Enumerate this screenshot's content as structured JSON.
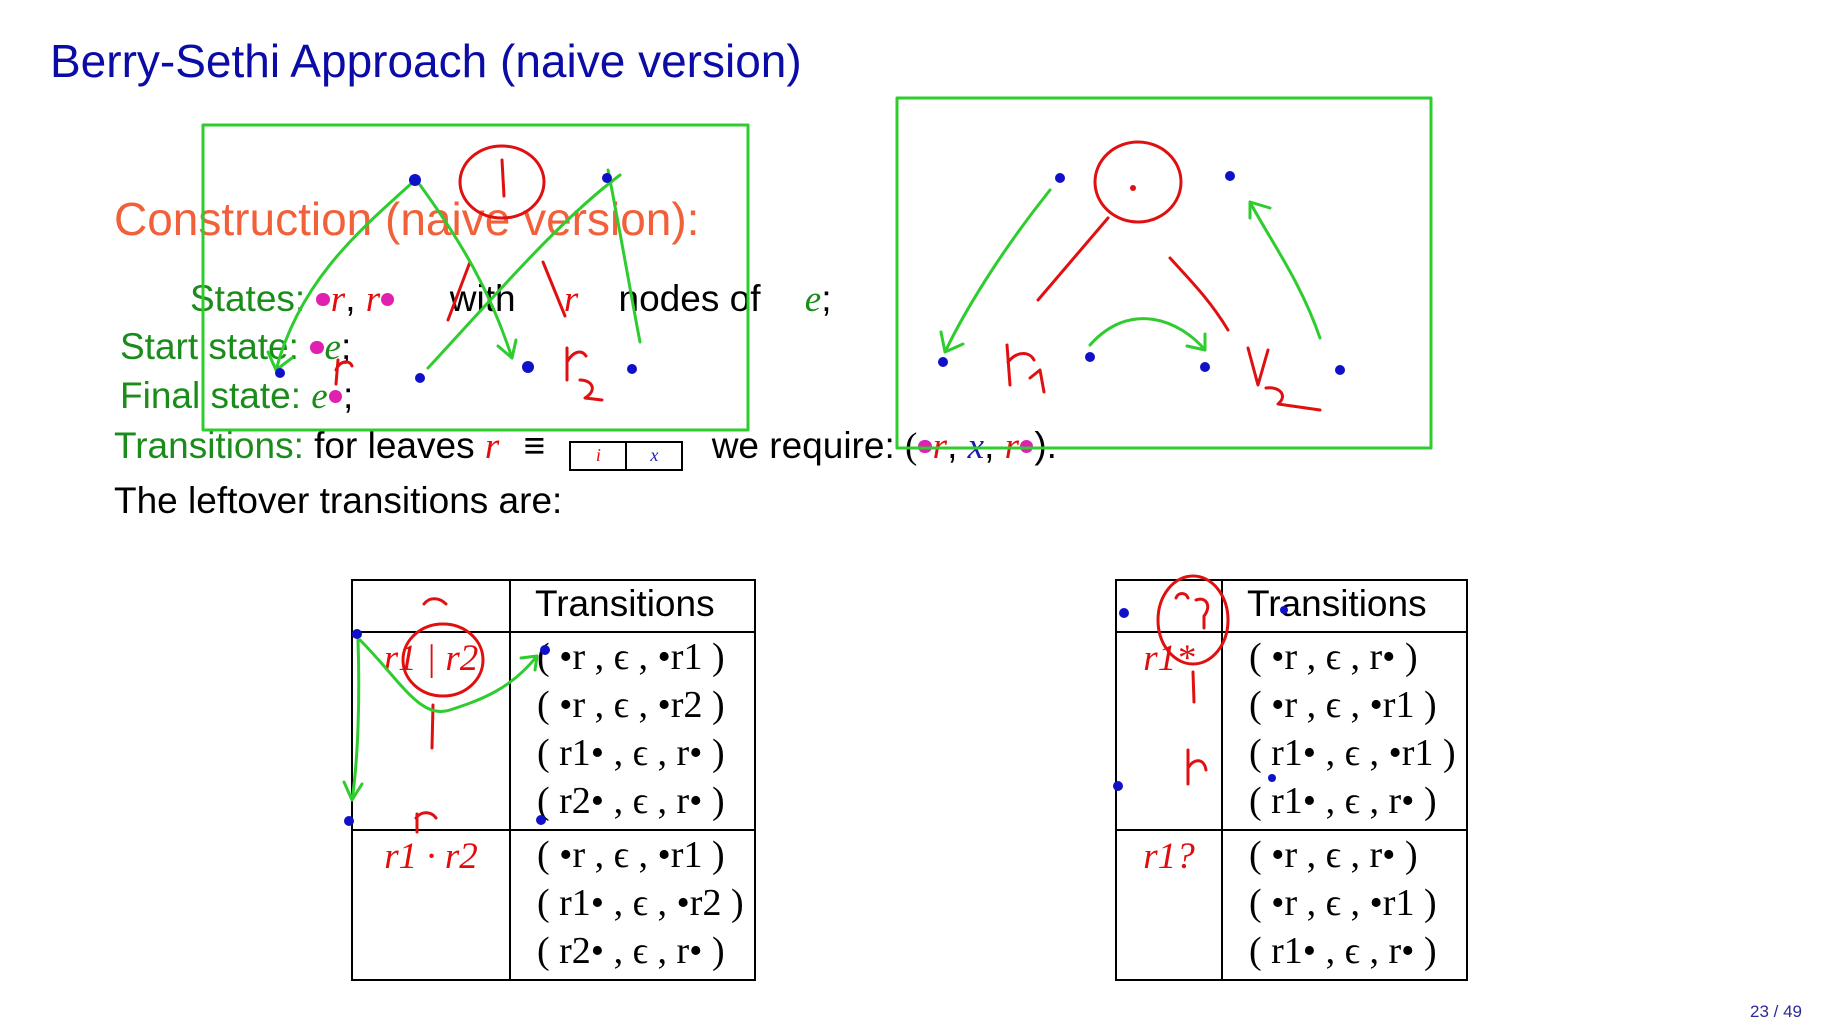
{
  "title": "Berry-Sethi Approach (naive version)",
  "heading": "Construction (naive version):",
  "states": {
    "label": "States:",
    "dots": "r, r",
    "with": "with",
    "r": "r",
    "nodes_of": "nodes of",
    "e": "e",
    "semi": ";"
  },
  "start": {
    "label": "Start state:",
    "e": "e",
    "semi": ";"
  },
  "final": {
    "label": "Final state:",
    "e": "e",
    "semi": ";"
  },
  "transitions_line": {
    "label": "Transitions:",
    "for_leaves": "for leaves",
    "r": "r",
    "equiv": "≡",
    "leaf_i": "i",
    "leaf_x": "x",
    "we_require": "we require:",
    "tuple_r1": "r",
    "tuple_x": "x",
    "tuple_r2": "r",
    "end": ")."
  },
  "leftover": "The leftover transitions are:",
  "table_left": {
    "header": "Transitions",
    "rows": [
      {
        "expr": "r1 | r2",
        "trans": [
          "( •r , ϵ , •r1 )",
          "( •r , ϵ , •r2 )",
          "( r1• , ϵ , r• )",
          "( r2• , ϵ , r• )"
        ]
      },
      {
        "expr": "r1 · r2",
        "trans": [
          "( •r , ϵ , •r1 )",
          "( r1• , ϵ , •r2 )",
          "( r2• , ϵ , r• )"
        ]
      }
    ]
  },
  "table_right": {
    "header": "Transitions",
    "rows": [
      {
        "expr": "r1*",
        "trans": [
          "( •r , ϵ , r• )",
          "( •r , ϵ , •r1 )",
          "( r1• , ϵ , •r1 )",
          "( r1• , ϵ , r• )"
        ]
      },
      {
        "expr": "r1?",
        "trans": [
          "( •r , ϵ , r• )",
          "( •r , ϵ , •r1 )",
          "( r1• , ϵ , r• )"
        ]
      }
    ]
  },
  "page_number": "23 / 49",
  "colors": {
    "title": "#0b0ba6",
    "heading": "#f2603a",
    "label": "#1a8c1a",
    "regex": "#e10c0c",
    "dot": "#e020b0",
    "epsilon": "#1a1ab0",
    "ink_green": "#2ecc2e",
    "ink_red": "#e01010",
    "ink_blue": "#1010c8"
  },
  "annotation_text": {
    "r1": "r1",
    "r2": "r2",
    "r": "r",
    "question": "r ?"
  }
}
